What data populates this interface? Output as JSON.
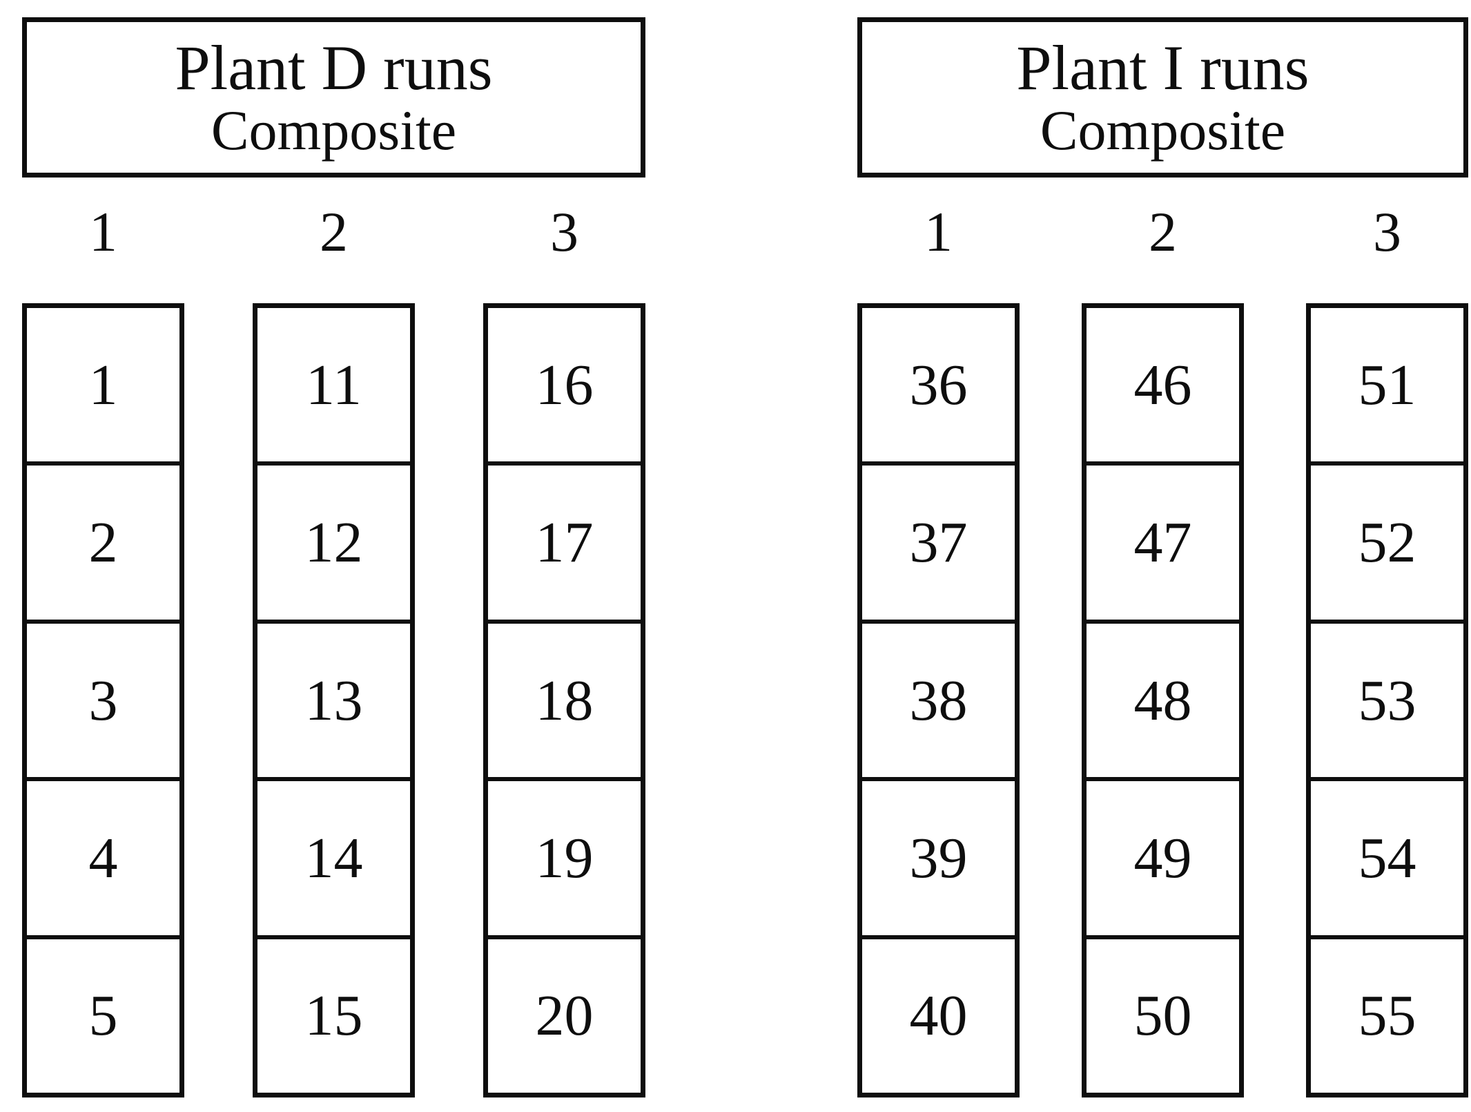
{
  "figure": {
    "ink_color": "#0e0e0e",
    "background_color": "#ffffff"
  },
  "panels": [
    {
      "id": "plant-d",
      "title_line1": "Plant D runs",
      "title_line2": "Composite",
      "columns": [
        {
          "label": "1",
          "cells": [
            "1",
            "2",
            "3",
            "4",
            "5"
          ]
        },
        {
          "label": "2",
          "cells": [
            "11",
            "12",
            "13",
            "14",
            "15"
          ]
        },
        {
          "label": "3",
          "cells": [
            "16",
            "17",
            "18",
            "19",
            "20"
          ]
        }
      ]
    },
    {
      "id": "plant-i",
      "title_line1": "Plant I runs",
      "title_line2": "Composite",
      "columns": [
        {
          "label": "1",
          "cells": [
            "36",
            "37",
            "38",
            "39",
            "40"
          ]
        },
        {
          "label": "2",
          "cells": [
            "46",
            "47",
            "48",
            "49",
            "50"
          ]
        },
        {
          "label": "3",
          "cells": [
            "51",
            "52",
            "53",
            "54",
            "55"
          ]
        }
      ]
    }
  ]
}
